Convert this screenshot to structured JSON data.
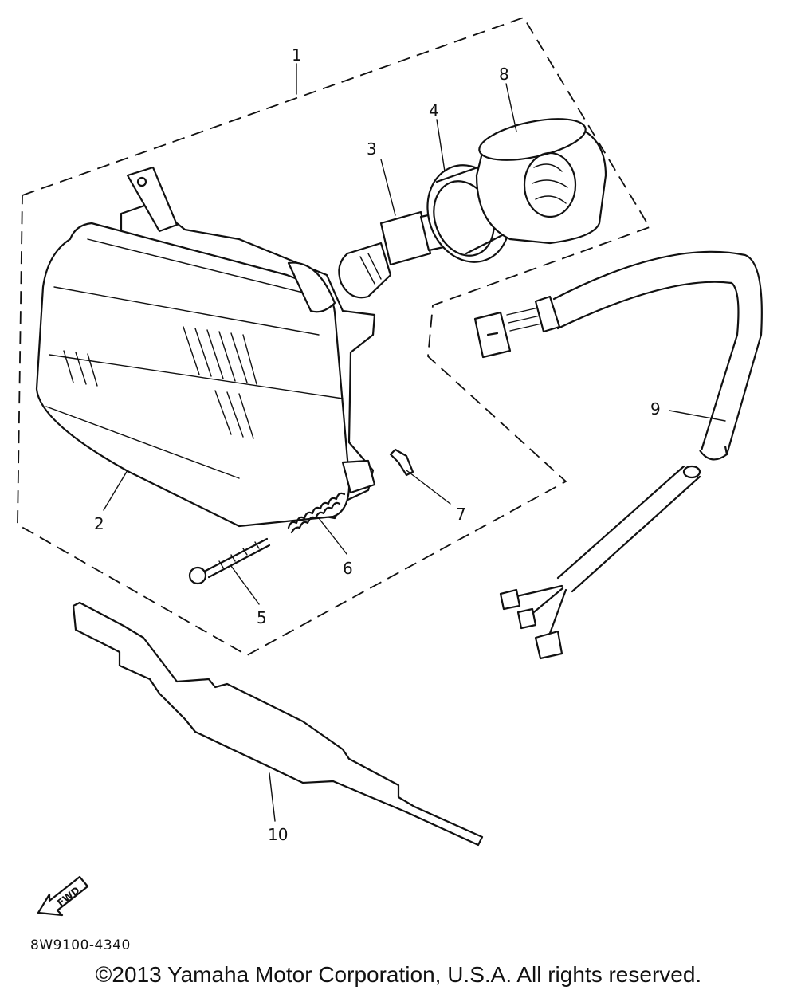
{
  "diagram": {
    "callouts": [
      "1",
      "2",
      "3",
      "4",
      "5",
      "6",
      "7",
      "8",
      "9",
      "10"
    ],
    "fwd_label": "FWD",
    "part_code": "8W9100-4340",
    "copyright": "©2013 Yamaha Motor Corporation, U.S.A. All rights reserved."
  }
}
